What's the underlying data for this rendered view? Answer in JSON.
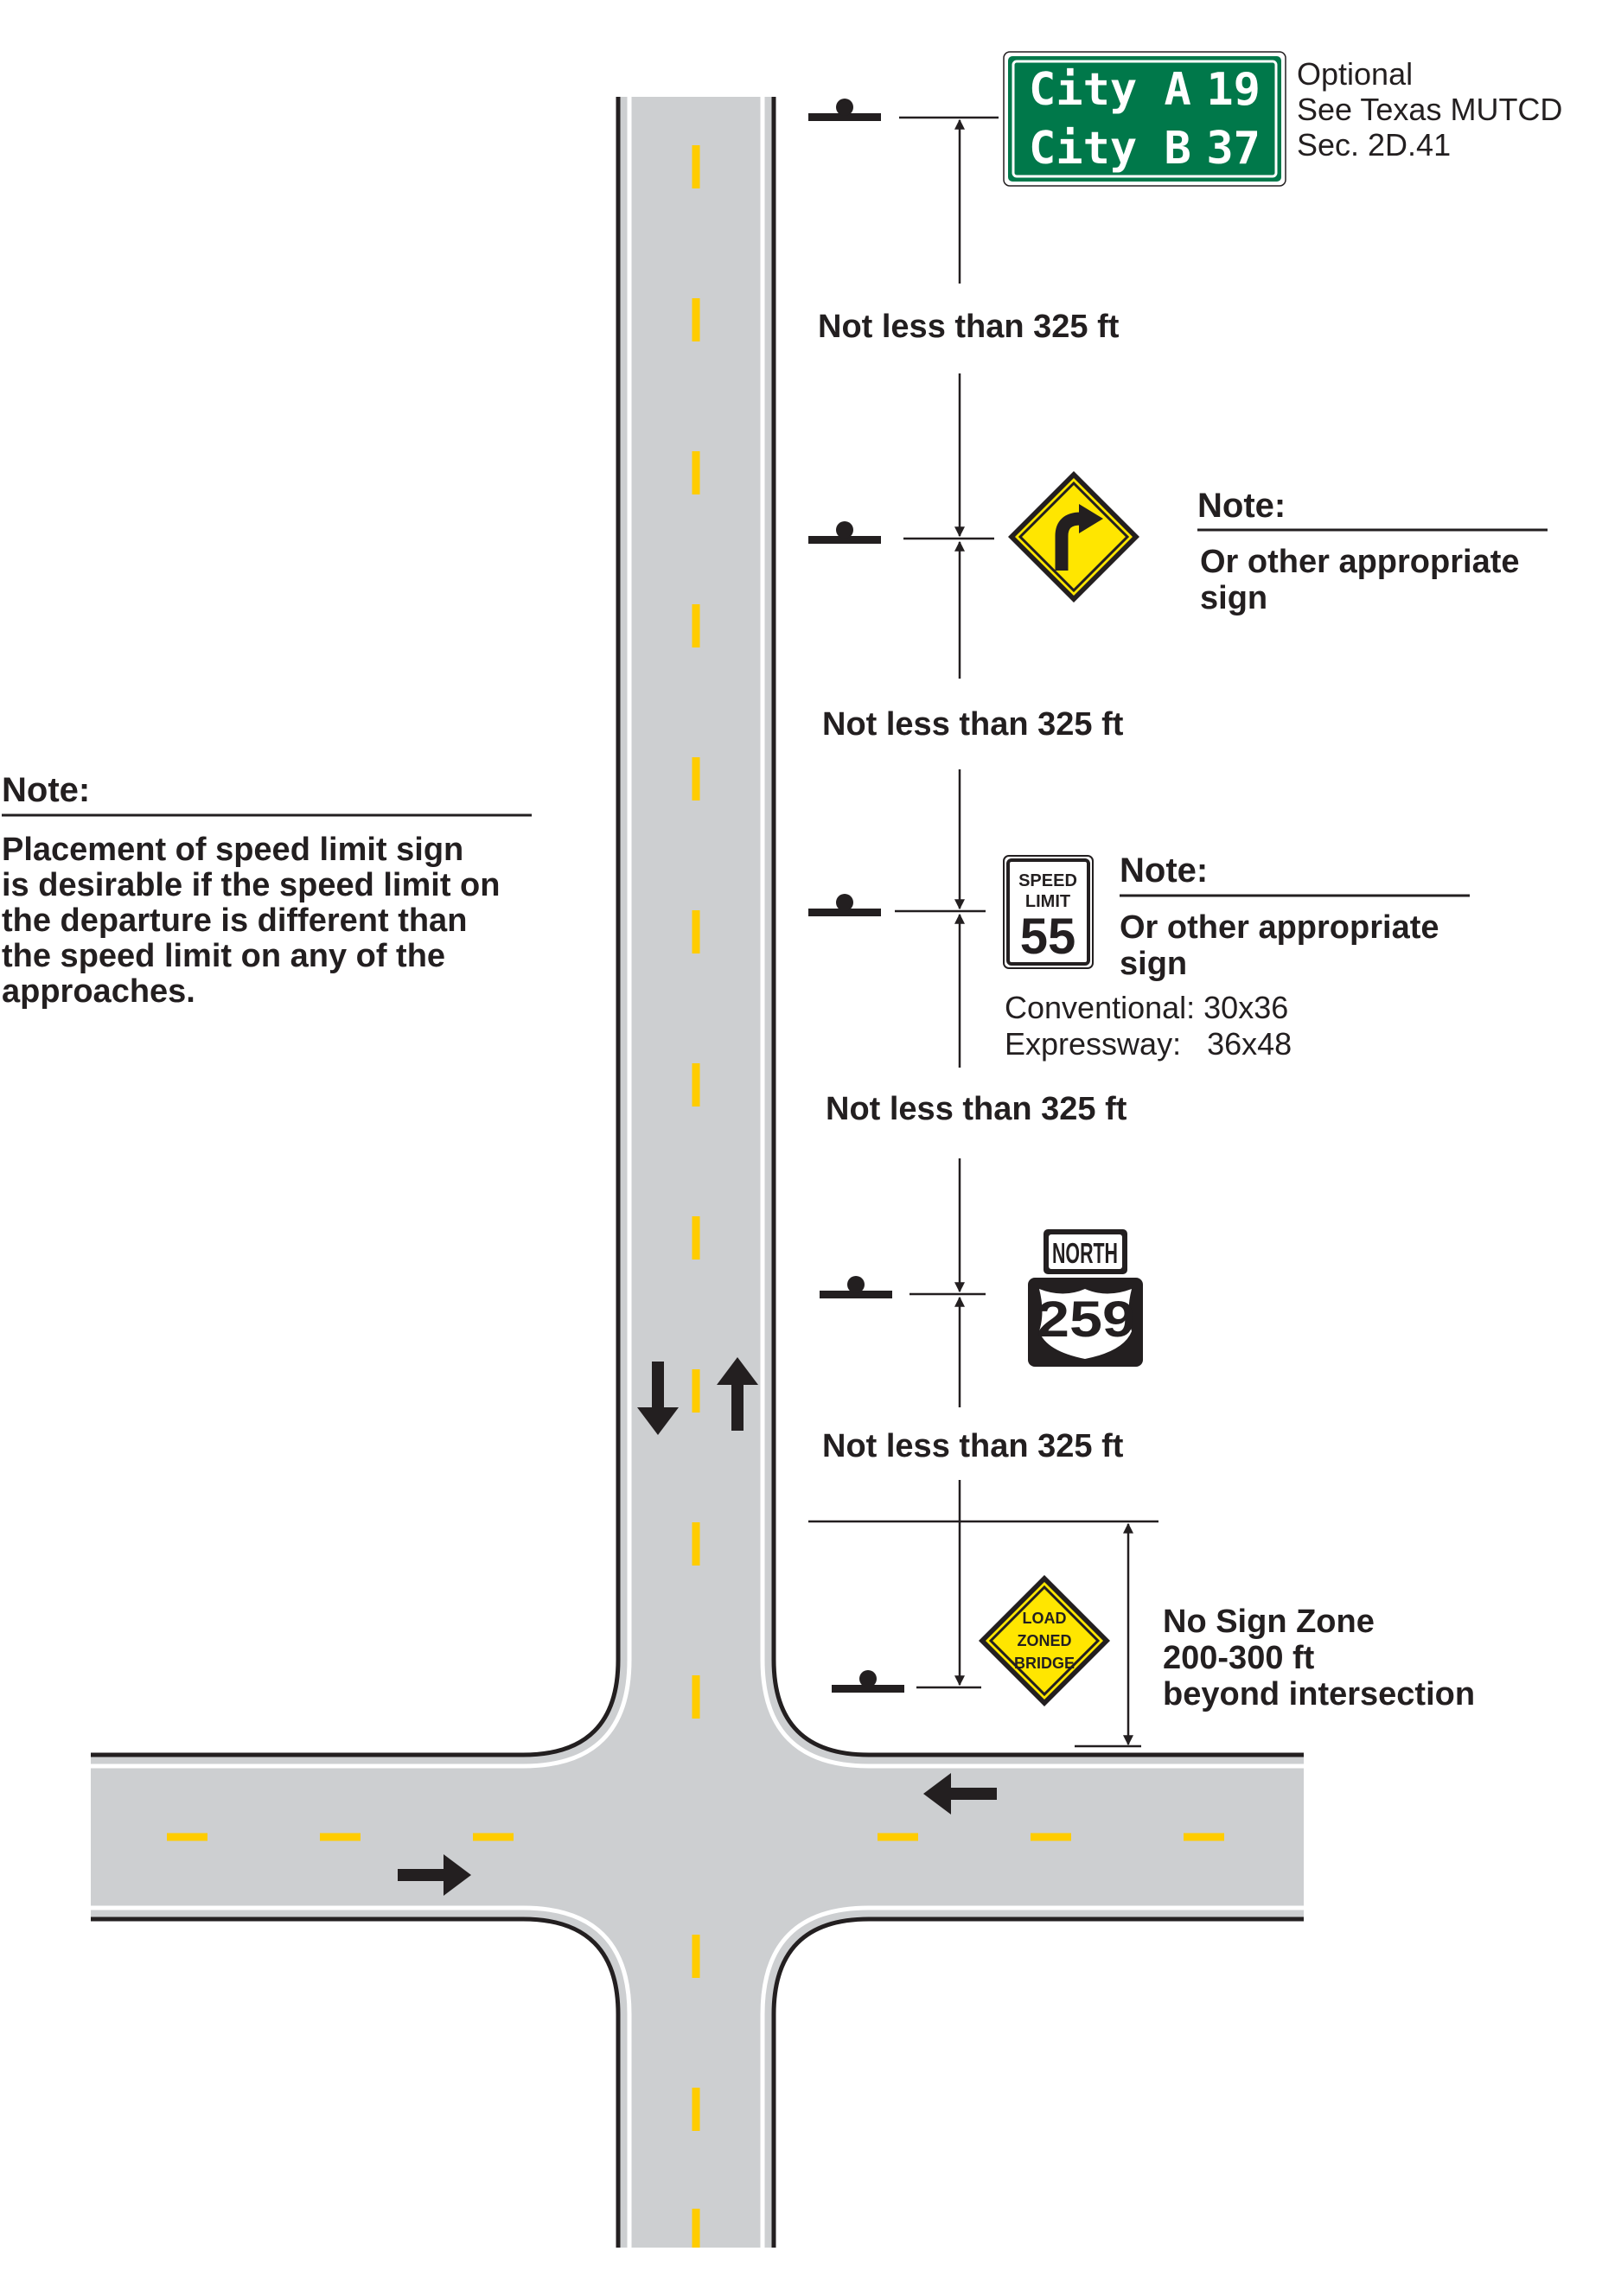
{
  "colors": {
    "pavement": "#cdcfd1",
    "edge_line": "#231f20",
    "center_line": "#ffcc00",
    "guide_sign": "#00784a",
    "warning_sign": "#ffe600"
  },
  "guide_sign": {
    "row1_city": "City A",
    "row1_mile": "19",
    "row2_city": "City B",
    "row2_mile": "37",
    "note_line1": "Optional",
    "note_line2": "See Texas MUTCD",
    "note_line3": "Sec. 2D.41"
  },
  "spacing_labels": {
    "label1": "Not less than 325 ft",
    "label2": "Not less than 325 ft",
    "label3": "Not less than 325 ft",
    "label4": "Not less than 325 ft"
  },
  "curve_sign_note": {
    "heading": "Note:",
    "line1": "Or other appropriate",
    "line2": "sign"
  },
  "speed_limit_sign": {
    "top": "SPEED",
    "middle": "LIMIT",
    "value": "55",
    "note_heading": "Note:",
    "note_line1": "Or other appropriate",
    "note_line2": "sign",
    "size_conventional": "Conventional: 30x36",
    "size_expressway": "Expressway:   36x48"
  },
  "route_sign": {
    "direction": "NORTH",
    "number": "259"
  },
  "load_zone_sign": {
    "line1": "LOAD",
    "line2": "ZONED",
    "line3": "BRIDGE"
  },
  "no_sign_zone": {
    "line1": "No Sign Zone",
    "line2": "200-300 ft",
    "line3": "beyond intersection"
  },
  "left_note": {
    "heading": "Note:",
    "line1": "Placement of speed limit sign",
    "line2": "is desirable if the speed limit on",
    "line3": "the departure is different than",
    "line4": "the speed limit on any of the",
    "line5": "approaches."
  }
}
